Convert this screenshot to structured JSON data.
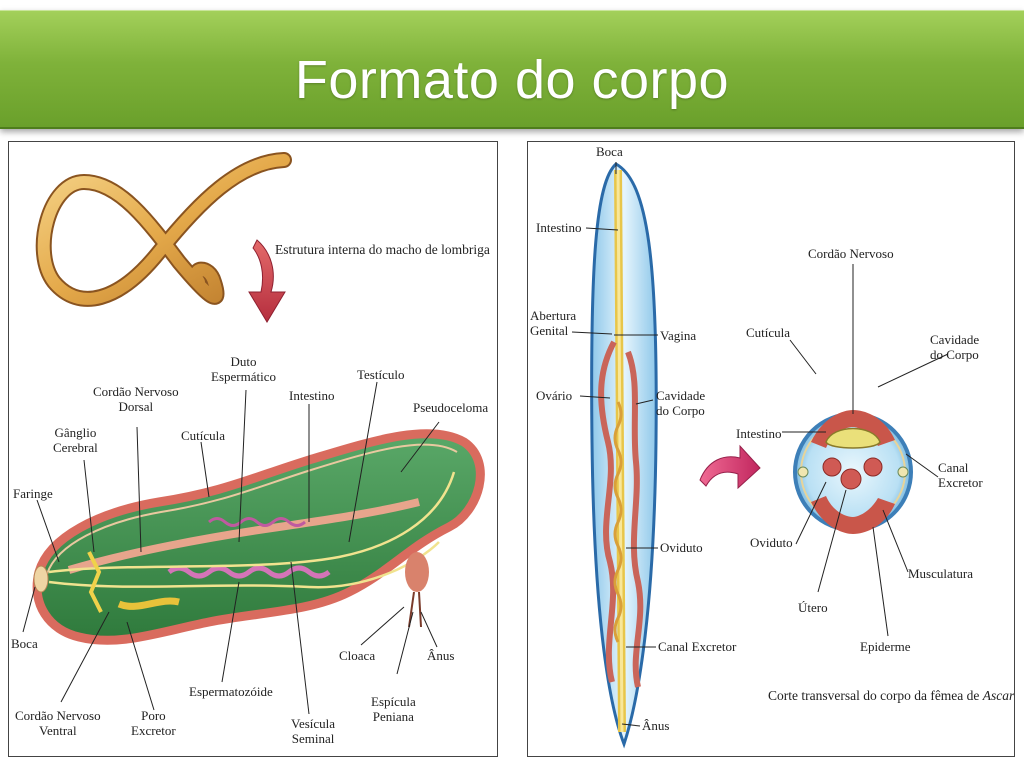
{
  "slide": {
    "title": "Formato do corpo"
  },
  "left_panel": {
    "caption": "Estrutura interna do macho de lombriga",
    "labels": {
      "faringe": "Faringe",
      "ganglio": "Gânglio\nCerebral",
      "cordao_dorsal": "Cordão Nervoso\nDorsal",
      "cuticula": "Cutícula",
      "duto": "Duto\nEspermático",
      "intestino": "Intestino",
      "testiculo": "Testículo",
      "pseudoceloma": "Pseudoceloma",
      "boca": "Boca",
      "cordao_ventral": "Cordão Nervoso\nVentral",
      "poro": "Poro\nExcretor",
      "espermatozoide": "Espermatozóide",
      "vesicula": "Vesícula\nSeminal",
      "cloaca": "Cloaca",
      "espicula": "Espícula\nPeniana",
      "anus": "Ânus"
    }
  },
  "right_panel": {
    "labels": {
      "boca": "Boca",
      "intestino": "Intestino",
      "abertura": "Abertura\nGenital",
      "vagina": "Vagina",
      "ovario": "Ovário",
      "cavidade": "Cavidade\ndo Corpo",
      "oviduto": "Oviduto",
      "canal_excretor": "Canal Excretor",
      "anus": "Ânus",
      "cs_cordao": "Cordão Nervoso",
      "cs_cuticula": "Cutícula",
      "cs_cavidade": "Cavidade\ndo Corpo",
      "cs_intestino": "Intestino",
      "cs_canal": "Canal\nExcretor",
      "cs_oviduto": "Oviduto",
      "cs_musculatura": "Musculatura",
      "cs_utero": "Útero",
      "cs_epiderme": "Epiderme"
    },
    "caption": "Corte transversal do corpo da fêmea de ",
    "caption_italic": "Ascaris"
  },
  "colors": {
    "title_bar": "#7fb23a",
    "worm_green": "#3f8a4a",
    "worm_yellow": "#e8b24a",
    "tissue_red": "#c85a4a",
    "body_blue": "#bfe2f5"
  }
}
